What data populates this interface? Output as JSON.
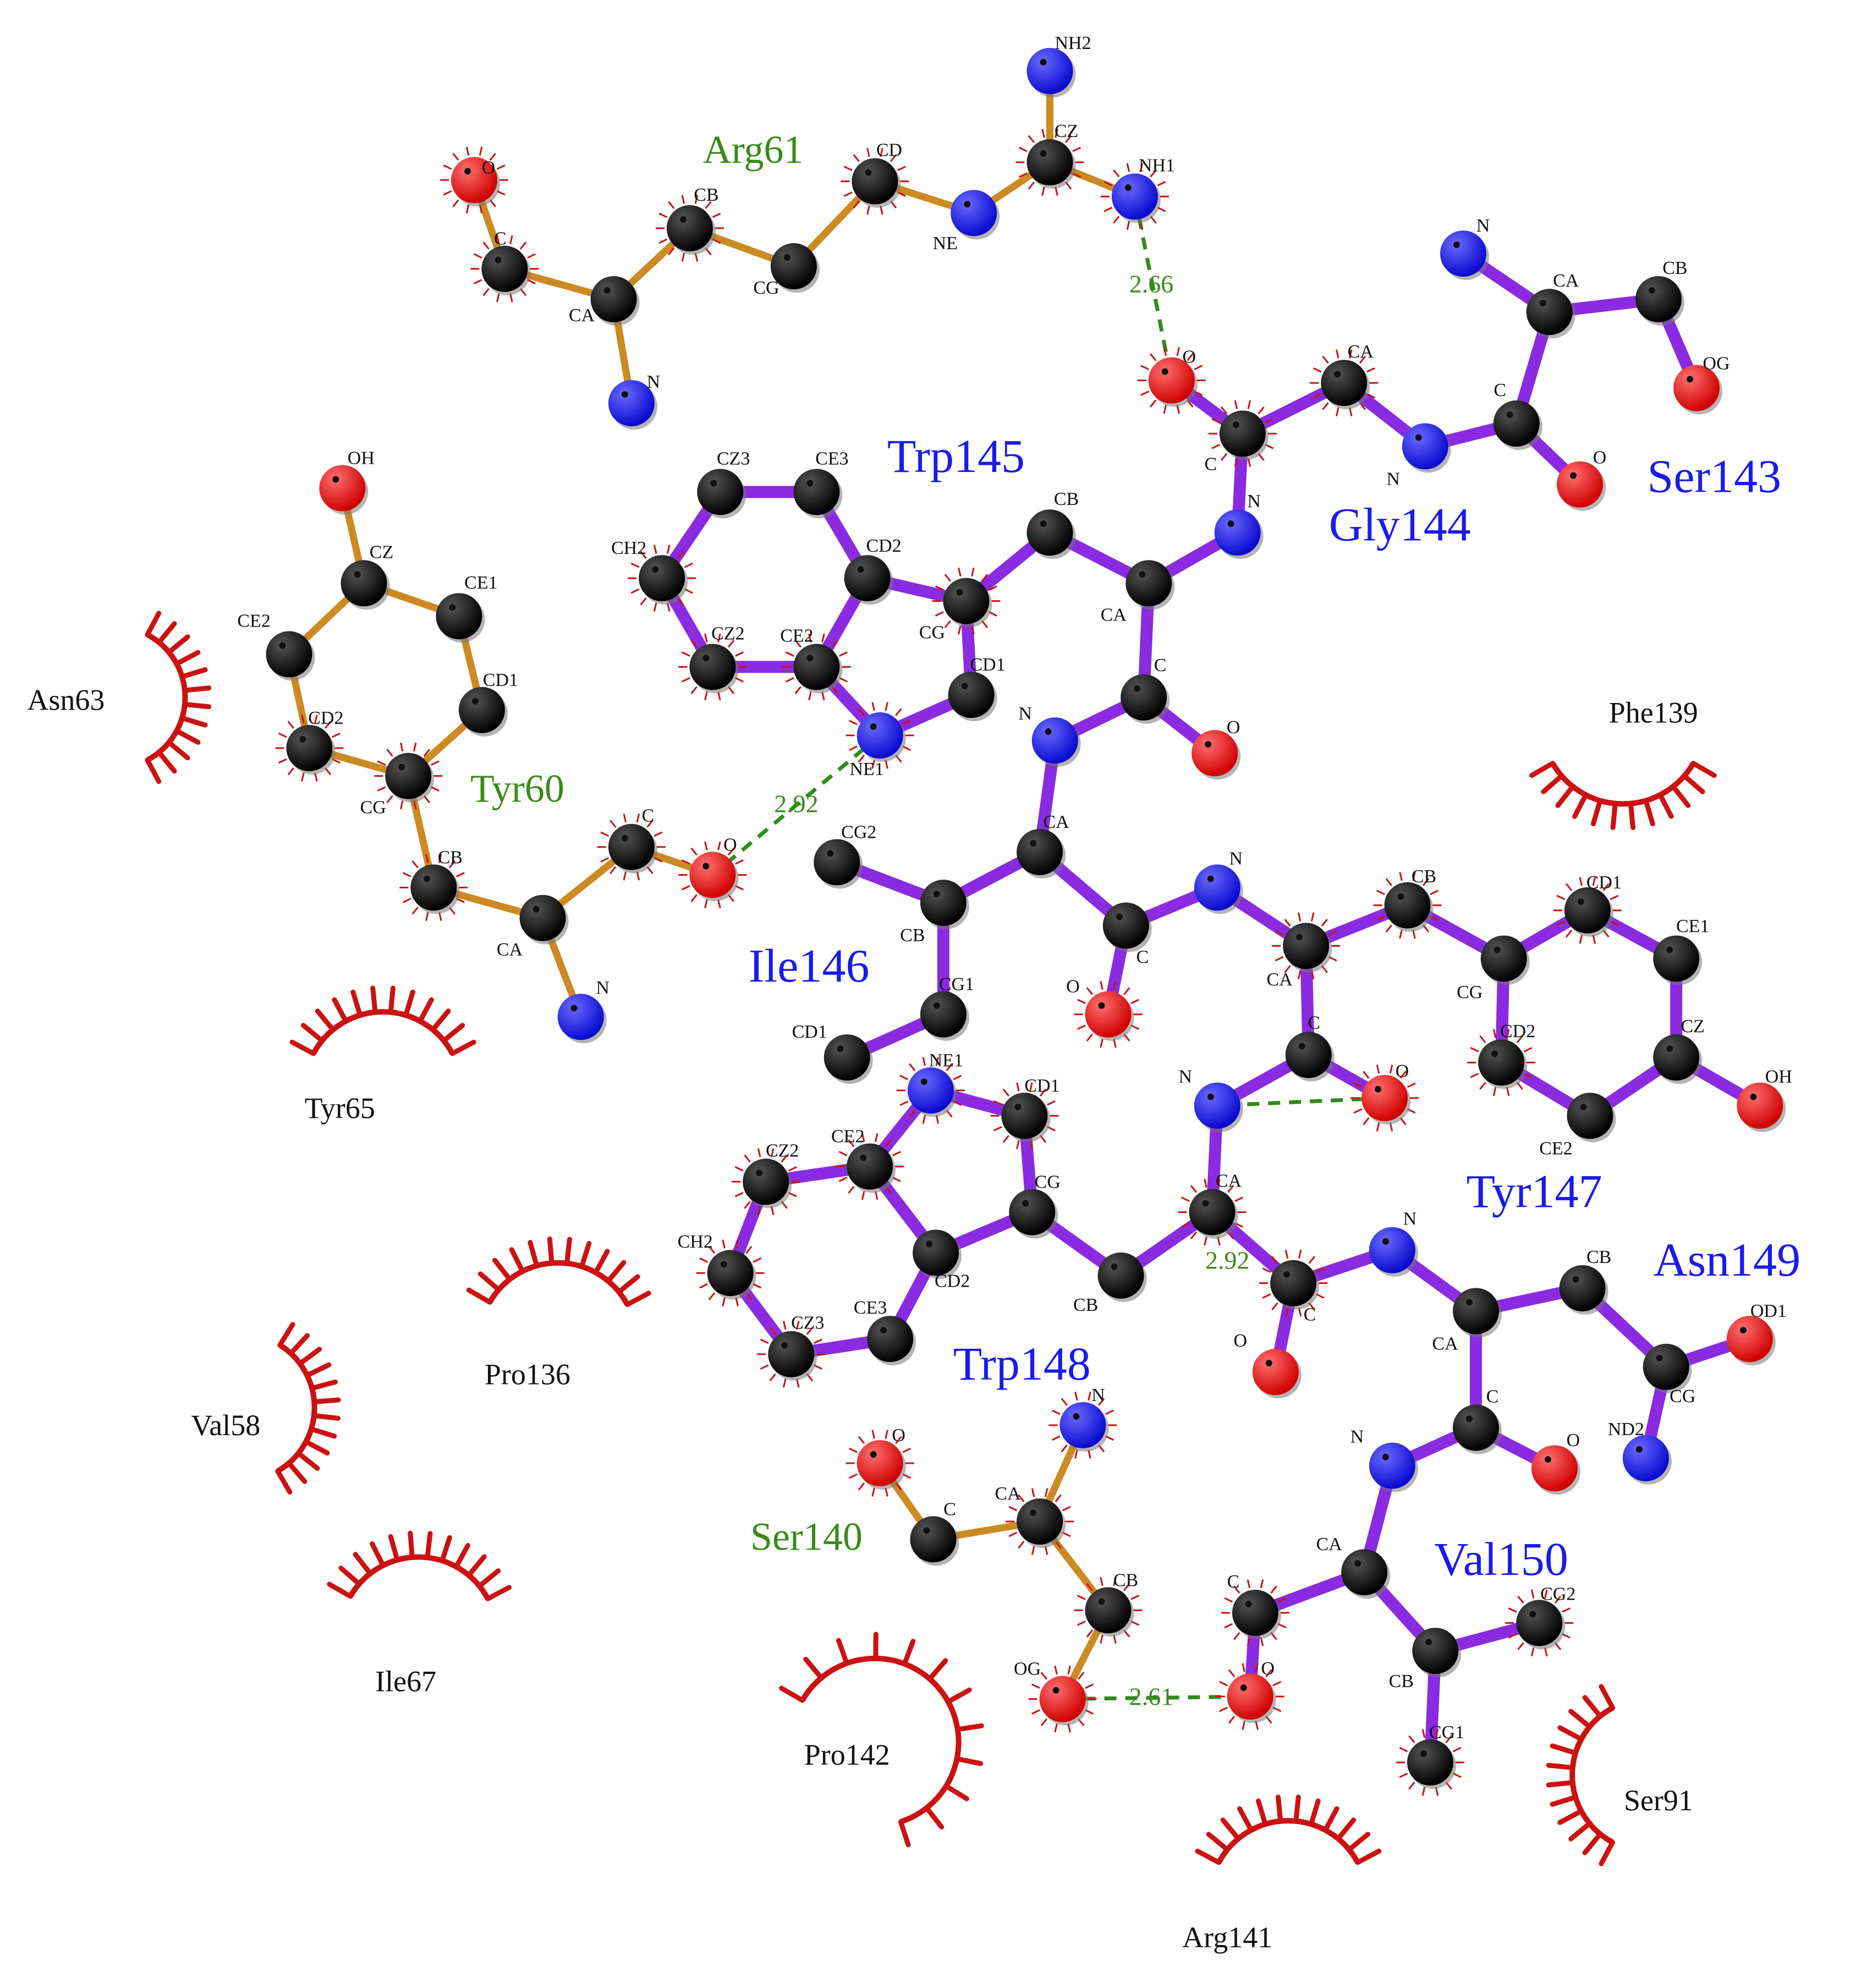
{
  "colors": {
    "background": "#ffffff",
    "ligand_bond": "#8a2be2",
    "residue_bond": "#cc8a22",
    "hbond": "#2e8b1a",
    "hydrophobic_arc": "#cc1111",
    "carbon": "#000000",
    "nitrogen": "#1010ee",
    "oxygen": "#ee1111",
    "ligand_label": "#1a1aee",
    "residue_label": "#3a8a1a",
    "hydrophobic_label": "#111111"
  },
  "ligand_residues": [
    {
      "id": "trp145",
      "label": "Trp145"
    },
    {
      "id": "gly144",
      "label": "Gly144"
    },
    {
      "id": "ser143",
      "label": "Ser143"
    },
    {
      "id": "ile146",
      "label": "Ile146"
    },
    {
      "id": "tyr147",
      "label": "Tyr147"
    },
    {
      "id": "asn149",
      "label": "Asn149"
    },
    {
      "id": "trp148",
      "label": "Trp148"
    },
    {
      "id": "val150",
      "label": "Val150"
    }
  ],
  "hbonded_residues": [
    {
      "id": "arg61",
      "label": "Arg61"
    },
    {
      "id": "tyr60",
      "label": "Tyr60"
    },
    {
      "id": "ser140",
      "label": "Ser140"
    }
  ],
  "hydrophobic_residues": [
    {
      "id": "asn63",
      "label": "Asn63"
    },
    {
      "id": "tyr65",
      "label": "Tyr65"
    },
    {
      "id": "val58",
      "label": "Val58"
    },
    {
      "id": "pro136",
      "label": "Pro136"
    },
    {
      "id": "ile67",
      "label": "Ile67"
    },
    {
      "id": "pro142",
      "label": "Pro142"
    },
    {
      "id": "arg141",
      "label": "Arg141"
    },
    {
      "id": "ser91",
      "label": "Ser91"
    },
    {
      "id": "phe139",
      "label": "Phe139"
    }
  ],
  "hbonds": [
    {
      "id": "hb1",
      "distance": "2.66"
    },
    {
      "id": "hb2",
      "distance": "2.92"
    },
    {
      "id": "hb3",
      "distance": "2.92"
    },
    {
      "id": "hb4",
      "distance": "2.61"
    }
  ],
  "atom_labels": {
    "arg61": [
      "O",
      "C",
      "CA",
      "N",
      "CB",
      "CG",
      "CD",
      "NE",
      "CZ",
      "NH2",
      "NH1"
    ],
    "tyr60": [
      "OH",
      "CZ",
      "CE1",
      "CE2",
      "CD1",
      "CD2",
      "CG",
      "CB",
      "CA",
      "N",
      "C",
      "O"
    ],
    "ser140": [
      "O",
      "C",
      "CA",
      "N",
      "CB",
      "OG"
    ],
    "gly144": [
      "O",
      "C",
      "CA",
      "N"
    ],
    "ser143": [
      "N",
      "CA",
      "CB",
      "OG",
      "C",
      "O"
    ],
    "trp145": [
      "CZ3",
      "CE3",
      "CH2",
      "CD2",
      "CZ2",
      "CE2",
      "CG",
      "CD1",
      "NE1",
      "CB",
      "CA",
      "N",
      "C",
      "O"
    ],
    "ile146": [
      "N",
      "CA",
      "CB",
      "CG2",
      "CG1",
      "CD1",
      "C",
      "O"
    ],
    "tyr147": [
      "N",
      "CA",
      "CB",
      "CG",
      "CD1",
      "CE1",
      "CZ",
      "OH",
      "CD2",
      "CE2",
      "C",
      "O"
    ],
    "trp148": [
      "N",
      "CA",
      "CB",
      "CG",
      "CD1",
      "NE1",
      "CE2",
      "CZ2",
      "CH2",
      "CZ3",
      "CE3",
      "CD2",
      "C",
      "O"
    ],
    "asn149": [
      "N",
      "CA",
      "CB",
      "CG",
      "OD1",
      "ND2",
      "C",
      "O"
    ],
    "val150": [
      "N",
      "CA",
      "CB",
      "CG2",
      "CG1",
      "C",
      "O"
    ]
  }
}
